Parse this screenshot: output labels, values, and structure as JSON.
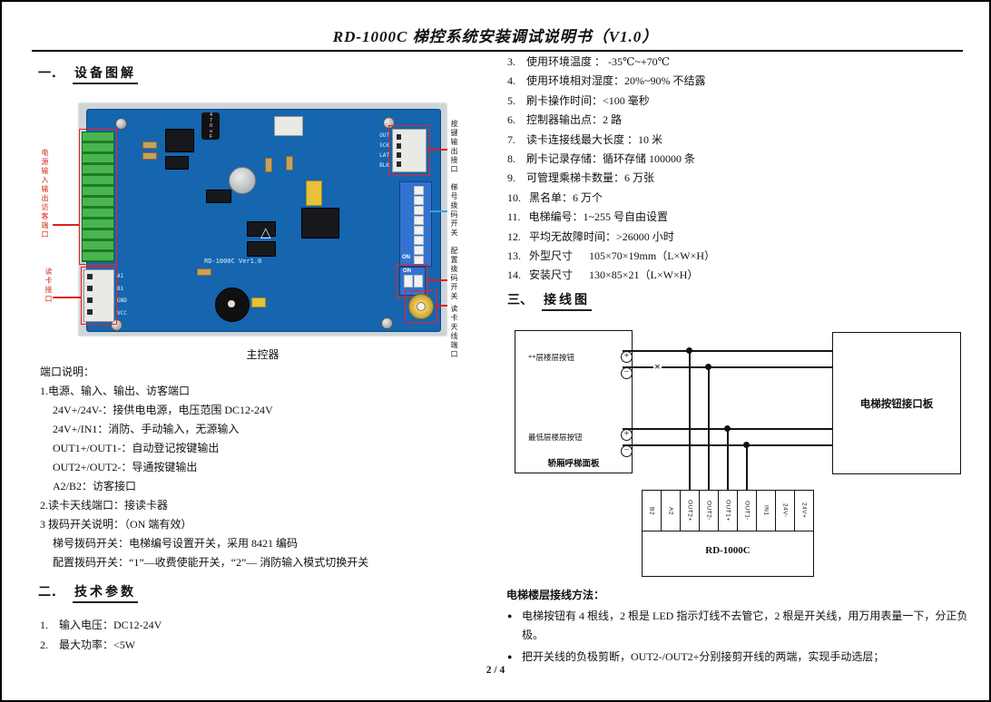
{
  "page": {
    "title": "RD-1000C 梯控系统安装调试说明书（V1.0）",
    "footer": "2 / 4"
  },
  "sec1": {
    "num": "一．",
    "title": "设备图解",
    "caption": "主控器"
  },
  "pcb": {
    "silkscreen": "RD-1000C Ver1.0",
    "cap_label": "470uF",
    "dip_on": "ON",
    "logo": "△",
    "reader_pins": [
      "A1",
      "B1",
      "GND",
      "VCC"
    ],
    "output_pins": [
      "OUT",
      "SCK",
      "LAT",
      "BLK"
    ],
    "labels": {
      "power_port": "电源输入输出访客端口",
      "reader_port": "读卡接口",
      "output_port": "按键输出接口",
      "dip_elevator": "梯号拨码开关",
      "dip_config": "配置拨码开关",
      "antenna_port": "读卡天线端口"
    }
  },
  "port_notes": {
    "title": "端口说明：",
    "lines": [
      "1.电源、输入、输出、访客端口",
      "24V+/24V-：接供电电源，电压范围 DC12-24V",
      "24V+/IN1：消防、手动输入，无源输入",
      "OUT1+/OUT1-：自动登记按键输出",
      "OUT2+/OUT2-：导通按键输出",
      "A2/B2：访客接口",
      "2.读卡天线端口：接读卡器",
      "3 拨码开关说明：（ON 端有效）",
      "梯号拨码开关：电梯编号设置开关，采用 8421 编码",
      "配置拨码开关：“1”—收费使能开关，“2”— 消防输入模式切换开关"
    ]
  },
  "sec2": {
    "num": "二．",
    "title": "技术参数",
    "items": [
      "1.    输入电压：DC12-24V",
      "2.    最大功率：<5W"
    ]
  },
  "tech_params": {
    "items": [
      "3.    使用环境温度 ： -35℃~+70℃",
      "4.    使用环境相对湿度：20%~90% 不结露",
      "5.    刷卡操作时间：<100 毫秒",
      "6.    控制器输出点：2 路",
      "7.    读卡连接线最大长度 ：10 米",
      "8.    刷卡记录存储：循环存储 100000 条",
      "9.    可管理乘梯卡数量：6 万张",
      "10.   黑名单：6 万个",
      "11.   电梯编号：1~255 号自由设置",
      "12.   平均无故障时间：>26000 小时",
      "13.   外型尺寸      105×70×19mm（L×W×H）",
      "14.   安装尺寸      130×85×21（L×W×H）"
    ]
  },
  "sec3": {
    "num": "三、",
    "title": "接线图"
  },
  "diagram": {
    "car_panel": {
      "top_button": "**层楼层按钮",
      "bottom_button": "最低层楼层按钮",
      "name": "轿厢呼梯面板"
    },
    "button_board": "电梯按钮接口板",
    "controller": "RD-1000C",
    "terminals": [
      "B2",
      "A2",
      "OUT2+",
      "OUT2-",
      "OUT1+",
      "OUT1-",
      "IN1",
      "24V-",
      "24V+"
    ],
    "plus": "+",
    "minus": "−",
    "cut_mark": "×"
  },
  "wiring_method": {
    "title": "电梯楼层接线方法：",
    "bullet_char": "●",
    "bullets": [
      "电梯按钮有 4 根线，2 根是 LED 指示灯线不去管它，2 根是开关线，用万用表量一下，分正负极。",
      "把开关线的负极剪断，OUT2-/OUT2+分别接剪开线的两端，实现手动选层；"
    ]
  }
}
